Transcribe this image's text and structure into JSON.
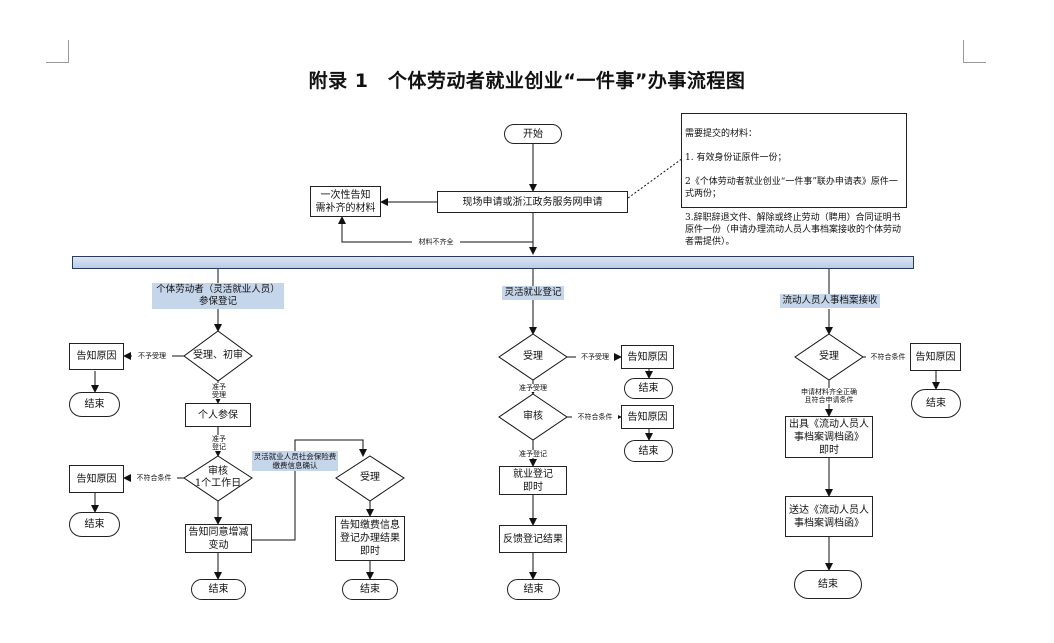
{
  "title": "附录 1　个体劳动者就业创业“一件事”办事流程图",
  "top": {
    "start": "开始",
    "apply": "现场申请或浙江政务服务网申请",
    "notify_once": "一次性告知\n需补齐的材料",
    "incomplete": "材料不齐全"
  },
  "materials": {
    "heading": "需要提交的材料：",
    "items": [
      "1. 有效身份证原件一份；",
      "2《个体劳动者就业创业“一件事”联办申请表》原件一式两份；",
      "3.辞职辞退文件、解除或终止劳动（聘用）合同证明书原件一份（申请办理流动人员人事档案接收的个体劳动者需提供）。"
    ]
  },
  "lane1": {
    "header": "个体劳动者（灵活就业人员）\n参保登记",
    "accept_check": "受理、初审",
    "not_accept": "不予受理",
    "reason1": "告知原因",
    "end1": "结束",
    "accept_yes": "准予\n受理",
    "personal_insurance": "个人参保",
    "register_yes": "准予\n登记",
    "review": "审核\n1个工作日",
    "not_qualified": "不符合条件",
    "reason2": "告知原因",
    "end2": "结束",
    "notify_change": "告知同意增减\n变动",
    "end3": "结束",
    "confirm_label": "灵活就业人员社会保险费\n缴费信息确认",
    "accept2": "受理",
    "notify_payment": "告知缴费信息\n登记办理结果\n即时",
    "end4": "结束"
  },
  "lane2": {
    "header": "灵活就业登记",
    "accept": "受理",
    "not_accept": "不予受理",
    "reason1": "告知原因",
    "end1": "结束",
    "accept_yes": "准予受理",
    "review": "审核",
    "not_qualified": "不符合条件",
    "reason2": "告知原因",
    "end2": "结束",
    "register_yes": "准予登记",
    "employment_register": "就业登记\n即时",
    "feedback": "反馈登记结果",
    "end3": "结束"
  },
  "lane3": {
    "header": "流动人员人事档案接收",
    "accept": "受理",
    "not_qualified": "不符合条件",
    "reason": "告知原因",
    "end1": "结束",
    "condition": "申请材料齐全正确\n且符合申请条件",
    "issue_letter": "出具《流动人员人\n事档案调档函》\n即时",
    "send_letter": "送达《流动人员人\n事档案调档函》",
    "end2": "结束"
  }
}
